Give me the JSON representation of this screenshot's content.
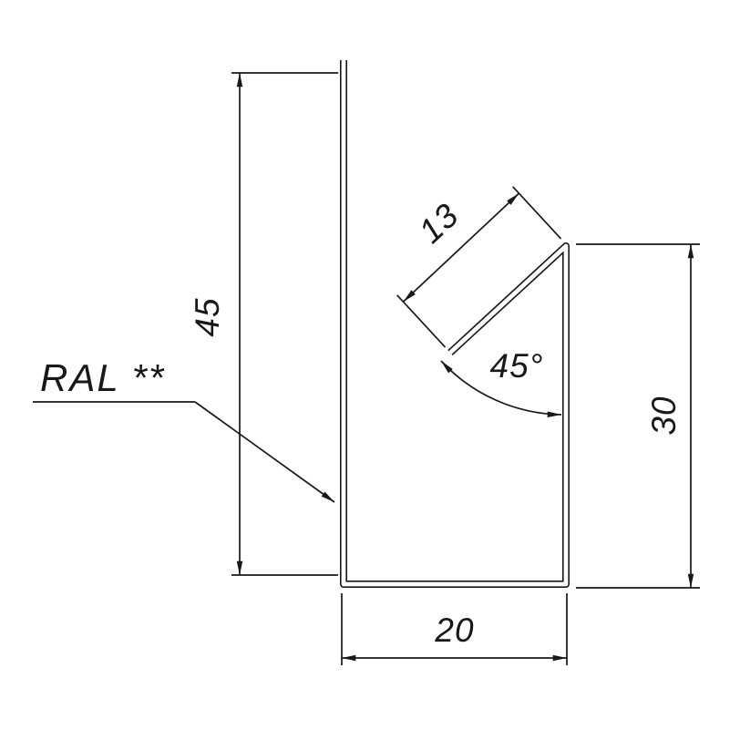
{
  "drawing": {
    "background_color": "#ffffff",
    "line_color": "#181818",
    "dims": {
      "left_height": "45",
      "flange_length": "13",
      "bend_angle": "45°",
      "right_height": "30",
      "bottom_width": "20"
    },
    "labels": {
      "coating": "RAL **"
    }
  }
}
